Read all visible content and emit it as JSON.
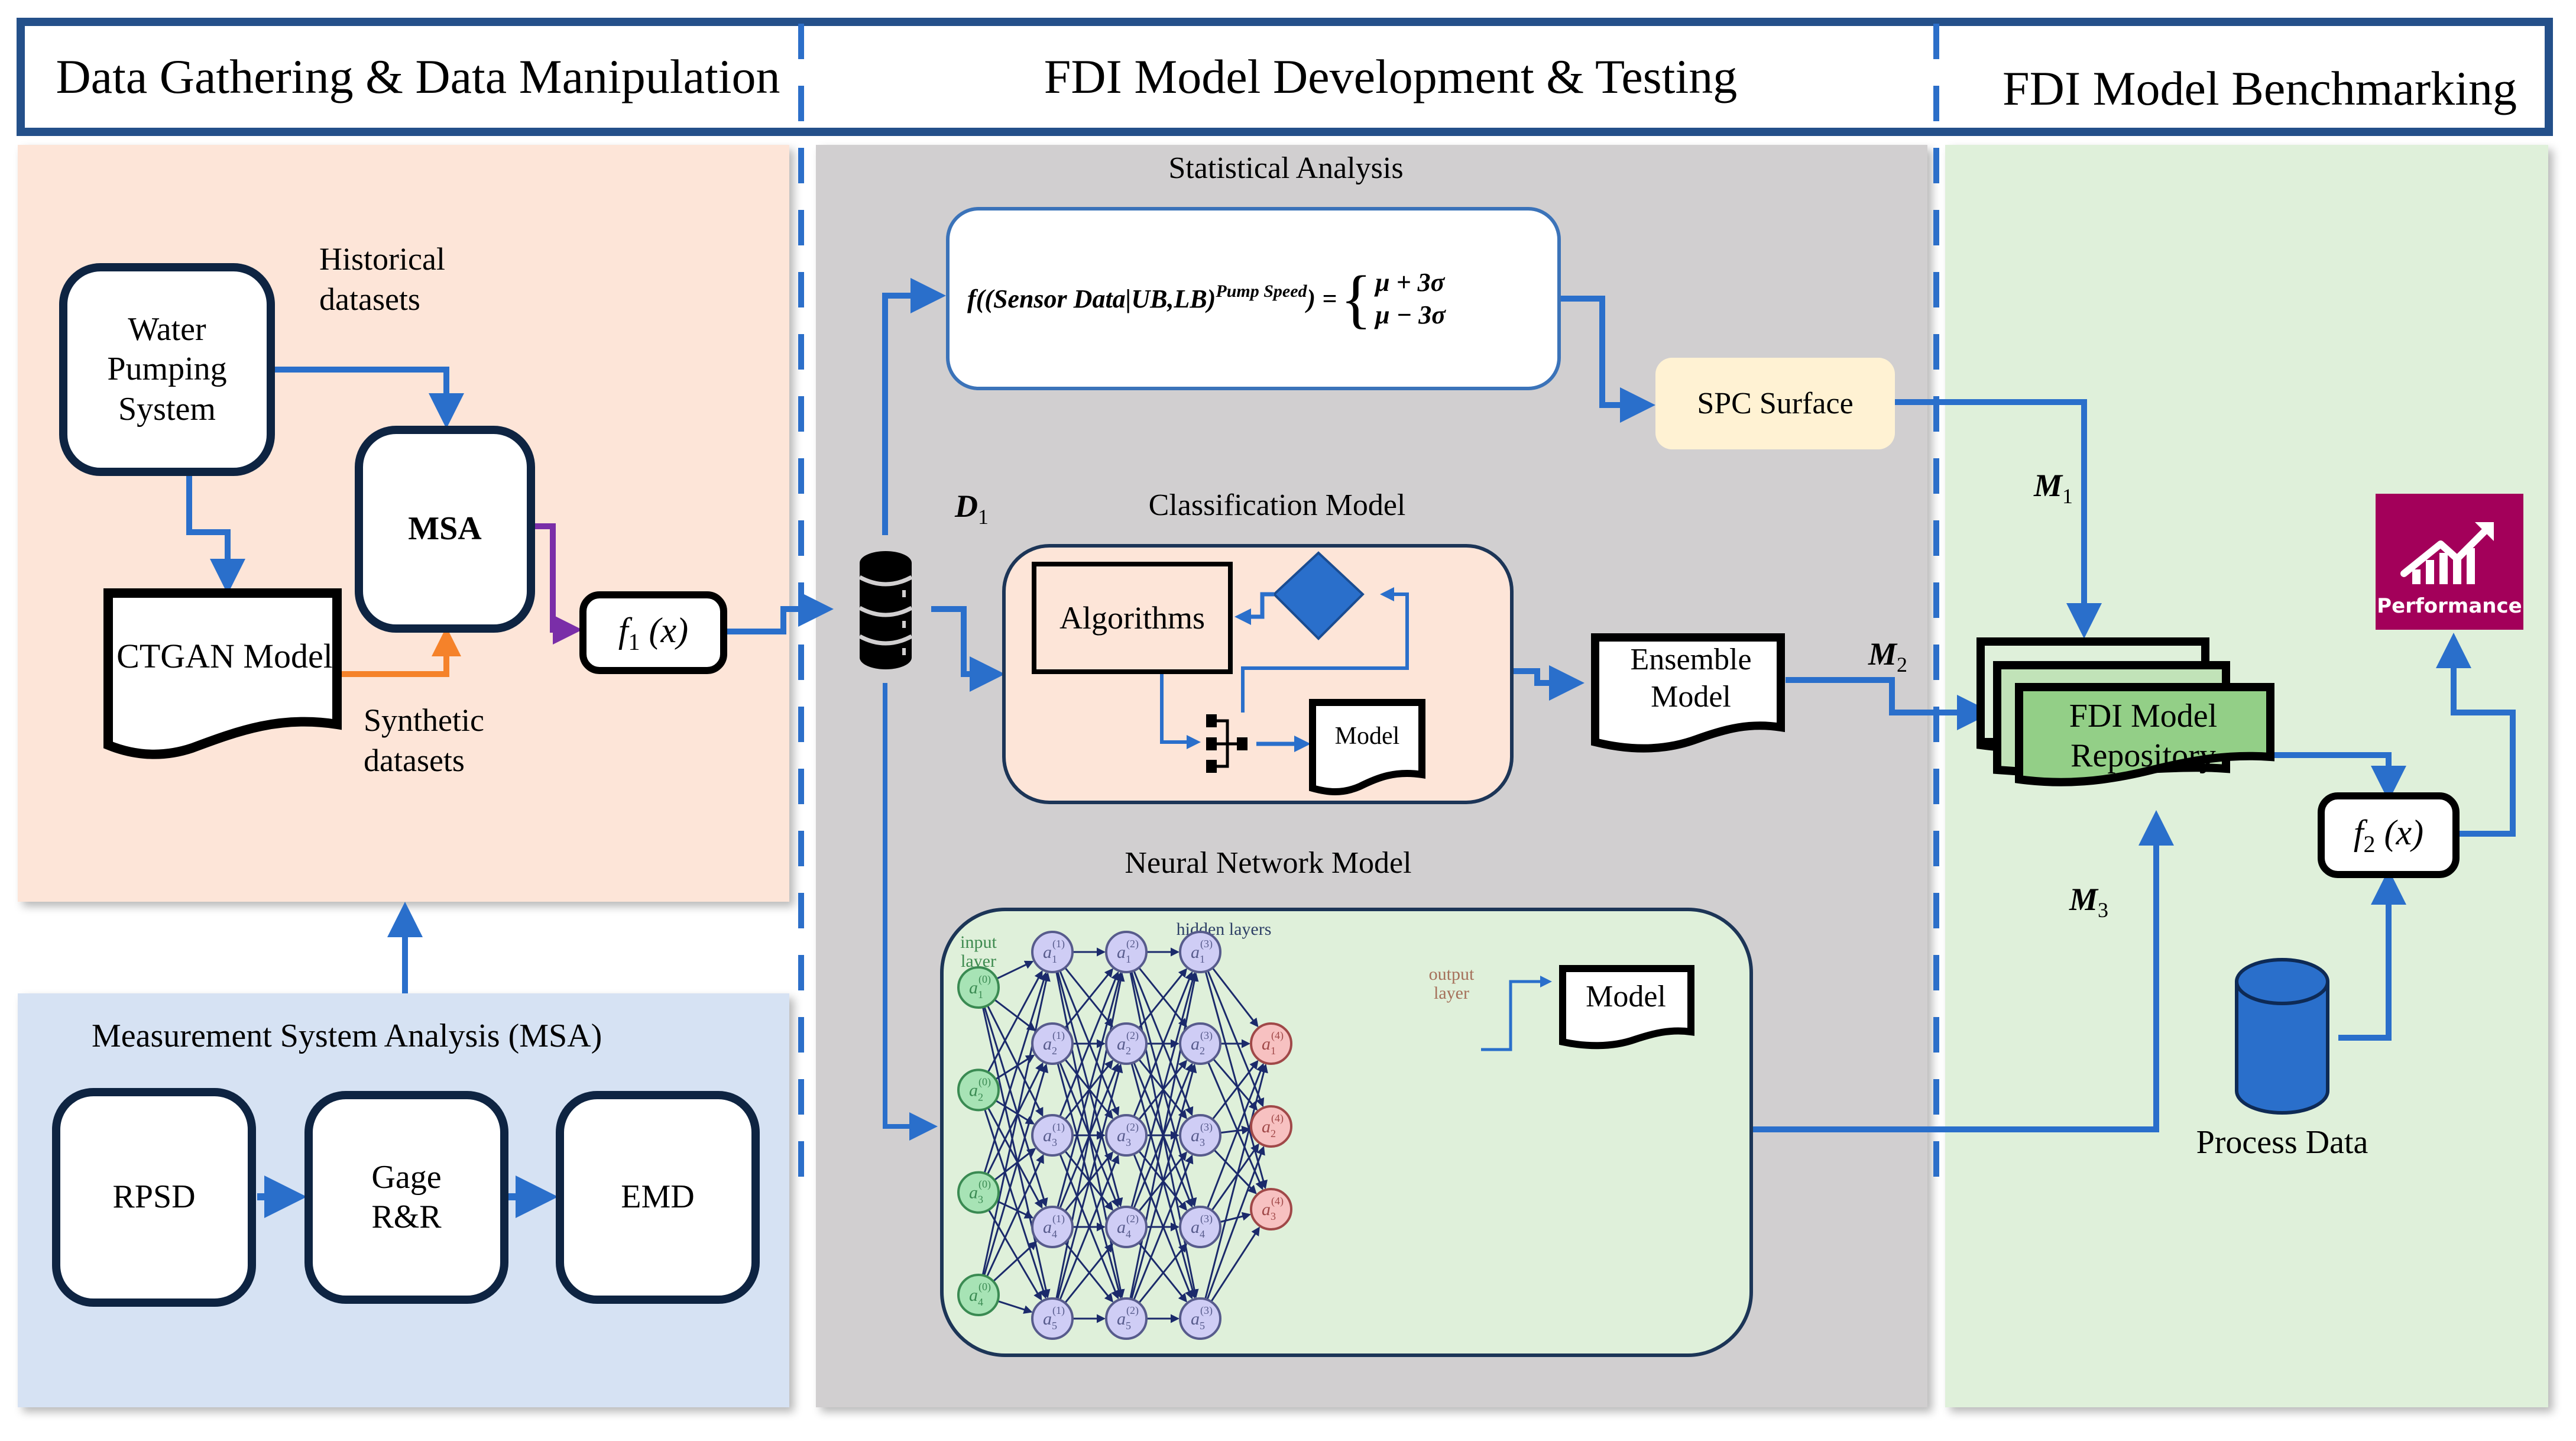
{
  "header": {
    "sections": [
      {
        "title": "Data Gathering & Data Manipulation"
      },
      {
        "title": "FDI Model Development  & Testing"
      },
      {
        "title": "FDI Model Benchmarking"
      }
    ]
  },
  "colors": {
    "header_border": "#24508a",
    "divider_dash": "#2c6fc9",
    "data_panel_bg": "#fde5d8",
    "msa_panel_bg": "#d6e2f3",
    "dev_panel_bg": "#d1cfd0",
    "bench_panel_bg": "#dff0da",
    "arrow_blue": "#2a6fcb",
    "arrow_purple": "#7a2ea8",
    "arrow_orange": "#f5822a",
    "spc_bg": "#fff2d3",
    "repository_green": "#93cf87",
    "performance_bg": "#a3005a",
    "nn_input_fill": "#a7e3b5",
    "nn_hidden_fill": "#cfcdf5",
    "nn_output_fill": "#f7c1c1"
  },
  "data_gathering": {
    "water_pumping_system": "Water Pumping System",
    "historical_datasets": "Historical datasets",
    "msa": "MSA",
    "ctgan_model": "CTGAN Model",
    "synthetic_datasets": "Synthetic datasets",
    "f1": {
      "name": "f",
      "sub": "1",
      "arg": "(x)"
    }
  },
  "msa_section": {
    "title": "Measurement System Analysis (MSA)",
    "steps": [
      "RPSD",
      "Gage R&R",
      "EMD"
    ]
  },
  "development": {
    "d1": {
      "name": "D",
      "sub": "1"
    },
    "statistical_analysis": {
      "title": "Statistical Analysis",
      "formula_lhs": "f((Sensor Data|UB,LB)",
      "formula_sup": "Pump Speed",
      "formula_close": ") =",
      "formula_cases": [
        "μ + 3σ",
        "μ − 3σ"
      ]
    },
    "spc_surface": "SPC Surface",
    "classification": {
      "title": "Classification Model",
      "algorithms": "Algorithms",
      "model": "Model"
    },
    "ensemble_model": "Ensemble Model",
    "neural_network": {
      "title": "Neural Network Model",
      "input_label": "input layer",
      "hidden_label": "hidden layers",
      "output_label": "output layer",
      "layers": [
        {
          "layer": 0,
          "count": 4
        },
        {
          "layer": 1,
          "count": 5
        },
        {
          "layer": 2,
          "count": 5
        },
        {
          "layer": 3,
          "count": 5
        },
        {
          "layer": 4,
          "count": 3
        }
      ],
      "model": "Model"
    }
  },
  "benchmarking": {
    "m1": {
      "name": "M",
      "sub": "1"
    },
    "m2": {
      "name": "M",
      "sub": "2"
    },
    "m3": {
      "name": "M",
      "sub": "3"
    },
    "repository": "FDI Model Repository",
    "performance": "Performance",
    "f2": {
      "name": "f",
      "sub": "2",
      "arg": "(x)"
    },
    "process_data": "Process Data"
  }
}
